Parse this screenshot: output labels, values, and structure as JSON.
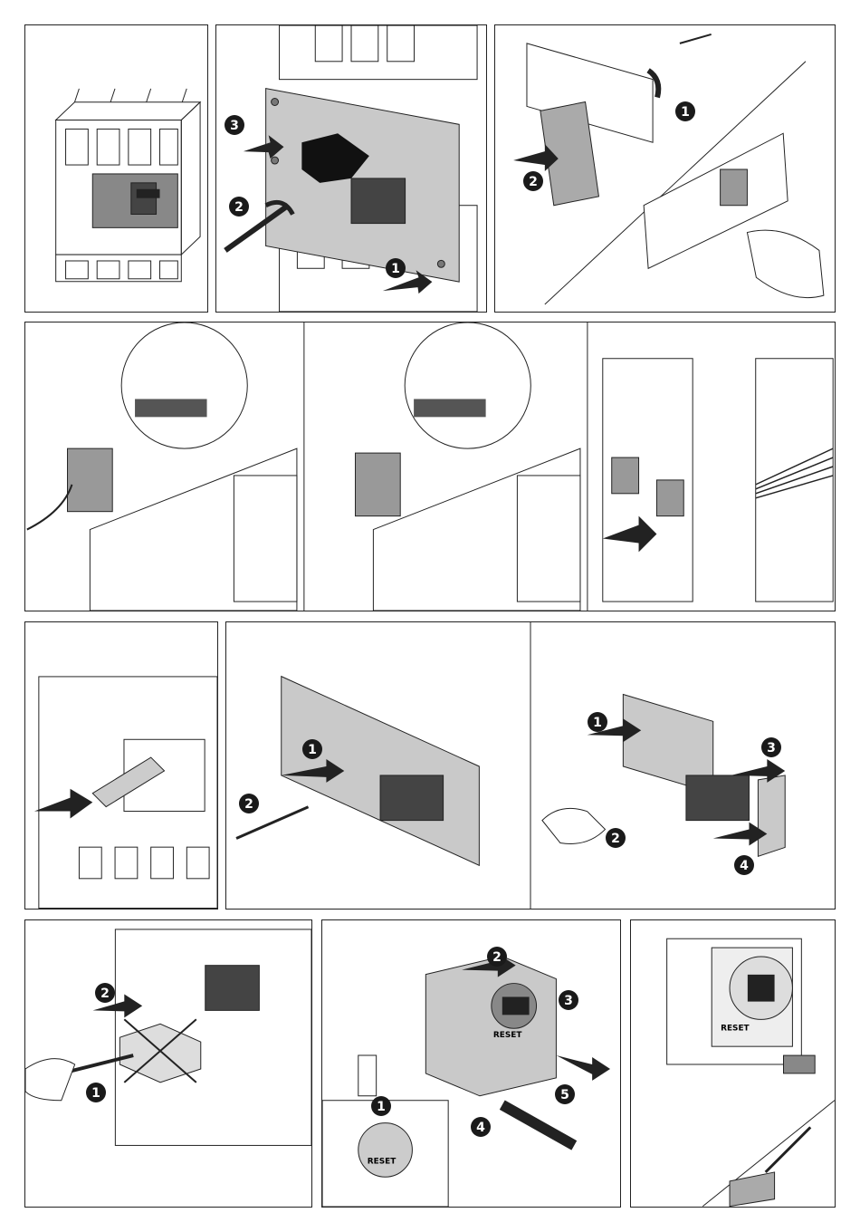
{
  "colors": {
    "line": "#222222",
    "panel_fill": "#c9c9c9",
    "dark": "#3a3a3a",
    "badge": "#1a1a1a"
  },
  "panel_a2": {
    "steps": [
      "3",
      "2",
      "1"
    ]
  },
  "panel_a3": {
    "steps": [
      "1",
      "2"
    ]
  },
  "panel_c2": {
    "steps": [
      "1",
      "2"
    ]
  },
  "panel_c3": {
    "steps": [
      "1",
      "2",
      "3",
      "4"
    ]
  },
  "panel_d1": {
    "steps": [
      "2",
      "1"
    ]
  },
  "panel_d2": {
    "steps": [
      "2",
      "3",
      "1",
      "4",
      "5"
    ],
    "reset_label": "RESET"
  },
  "panel_d3": {
    "reset_label": "RESET"
  },
  "icons": [
    "arrow-icon",
    "screwdriver-icon",
    "step-badge-icon",
    "hand-icon",
    "cross-mark-icon"
  ]
}
